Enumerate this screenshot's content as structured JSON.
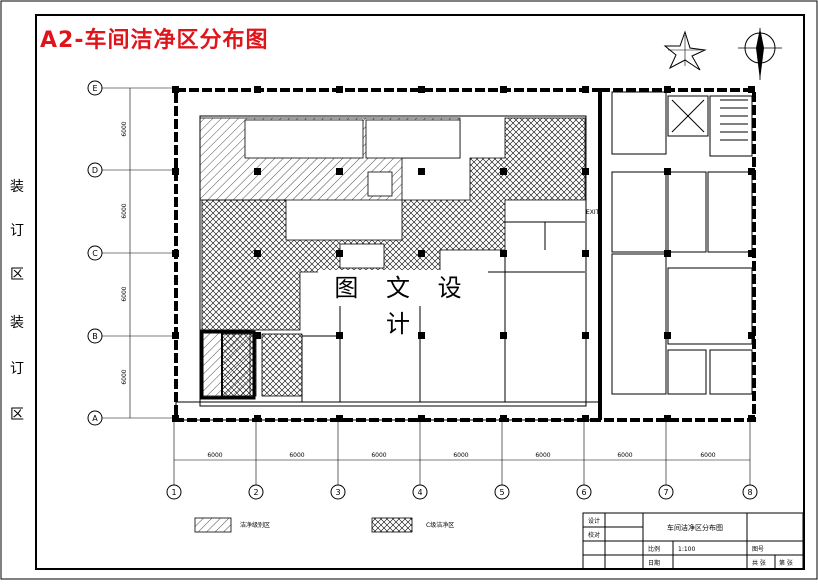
{
  "title": "A2-车间洁净区分布图",
  "watermark": "图 文 设 计",
  "binding_margin": [
    "装",
    "订",
    "区",
    "装",
    "订",
    "区"
  ],
  "axes": {
    "rows": [
      "E",
      "D",
      "C",
      "B",
      "A"
    ],
    "cols": [
      "1",
      "2",
      "3",
      "4",
      "5",
      "6",
      "7",
      "8"
    ],
    "row_spacings": [
      "6000",
      "6000",
      "6000",
      "6000"
    ],
    "col_spacings": [
      "6000",
      "6000",
      "6000",
      "6000",
      "6000",
      "6000",
      "6000"
    ]
  },
  "exit_label": "EXIT",
  "legend": [
    {
      "pattern": "diagonal",
      "label": "洁净级别区"
    },
    {
      "pattern": "crosshatch",
      "label": "C级洁净区"
    }
  ],
  "title_block": {
    "drawing_name": "车间洁净区分布图",
    "row1": "设计",
    "row2": "校对",
    "scale_label": "比例",
    "scale_value": "1:100",
    "sheet_label": "图号",
    "date_label": "日期",
    "count_label": "共 张",
    "page_label": "第 张"
  },
  "colors": {
    "title": "#e0151b",
    "line": "#000000"
  }
}
